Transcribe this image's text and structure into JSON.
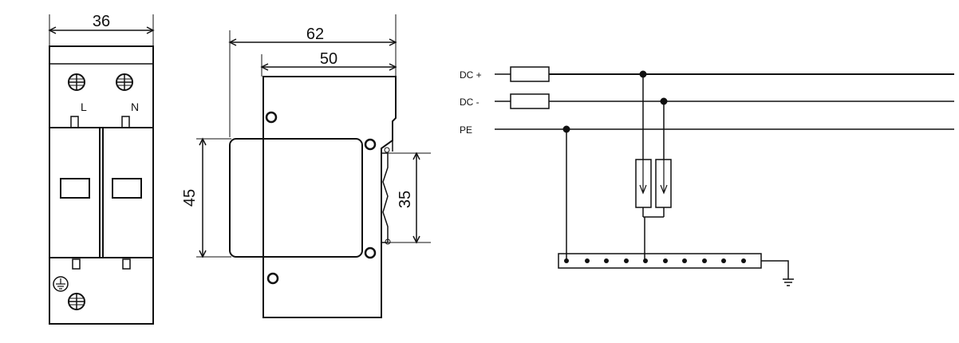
{
  "front_view": {
    "width_dim": "36",
    "terminal_left": "L",
    "terminal_right": "N",
    "ground_icon": "earth-ground-icon",
    "screw_icon": "screw-terminal-icon"
  },
  "side_view": {
    "overall_depth_dim": "62",
    "body_depth_dim": "50",
    "module_height_dim": "45",
    "rail_height_dim": "35"
  },
  "wiring": {
    "line_labels": [
      "DC +",
      "DC -",
      "PE"
    ],
    "ground_icon": "ground-symbol-icon"
  },
  "colors": {
    "stroke": "#111111",
    "background": "#ffffff"
  }
}
